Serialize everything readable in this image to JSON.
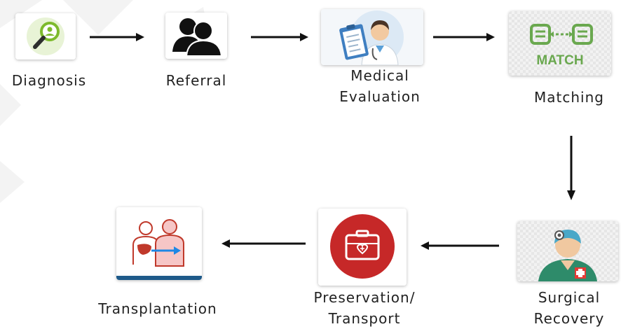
{
  "steps": {
    "diagnosis": {
      "label": "Diagnosis",
      "icon": "magnifier-person-icon"
    },
    "referral": {
      "label": "Referral",
      "icon": "people-icon"
    },
    "medical_evaluation": {
      "label_lines": [
        "Medical",
        "Evaluation"
      ],
      "icon": "doctor-clipboard-icon"
    },
    "matching": {
      "label": "Matching",
      "icon": "match-icon",
      "icon_text": "MATCH"
    },
    "surgical_recovery": {
      "label_lines": [
        "Surgical",
        "Recovery"
      ],
      "icon": "surgeon-icon"
    },
    "preservation_transport": {
      "label_lines": [
        "Preservation/",
        "Transport"
      ],
      "icon": "medical-case-icon"
    },
    "transplantation": {
      "label": "Transplantation",
      "icon": "organ-transfer-icon"
    }
  },
  "colors": {
    "arrow": "#111111",
    "magnifier_green": "#7dba2c",
    "match_green": "#6aa84f",
    "case_red": "#c62828",
    "liver_red": "#c0392b",
    "transfer_blue": "#1e88e5"
  }
}
